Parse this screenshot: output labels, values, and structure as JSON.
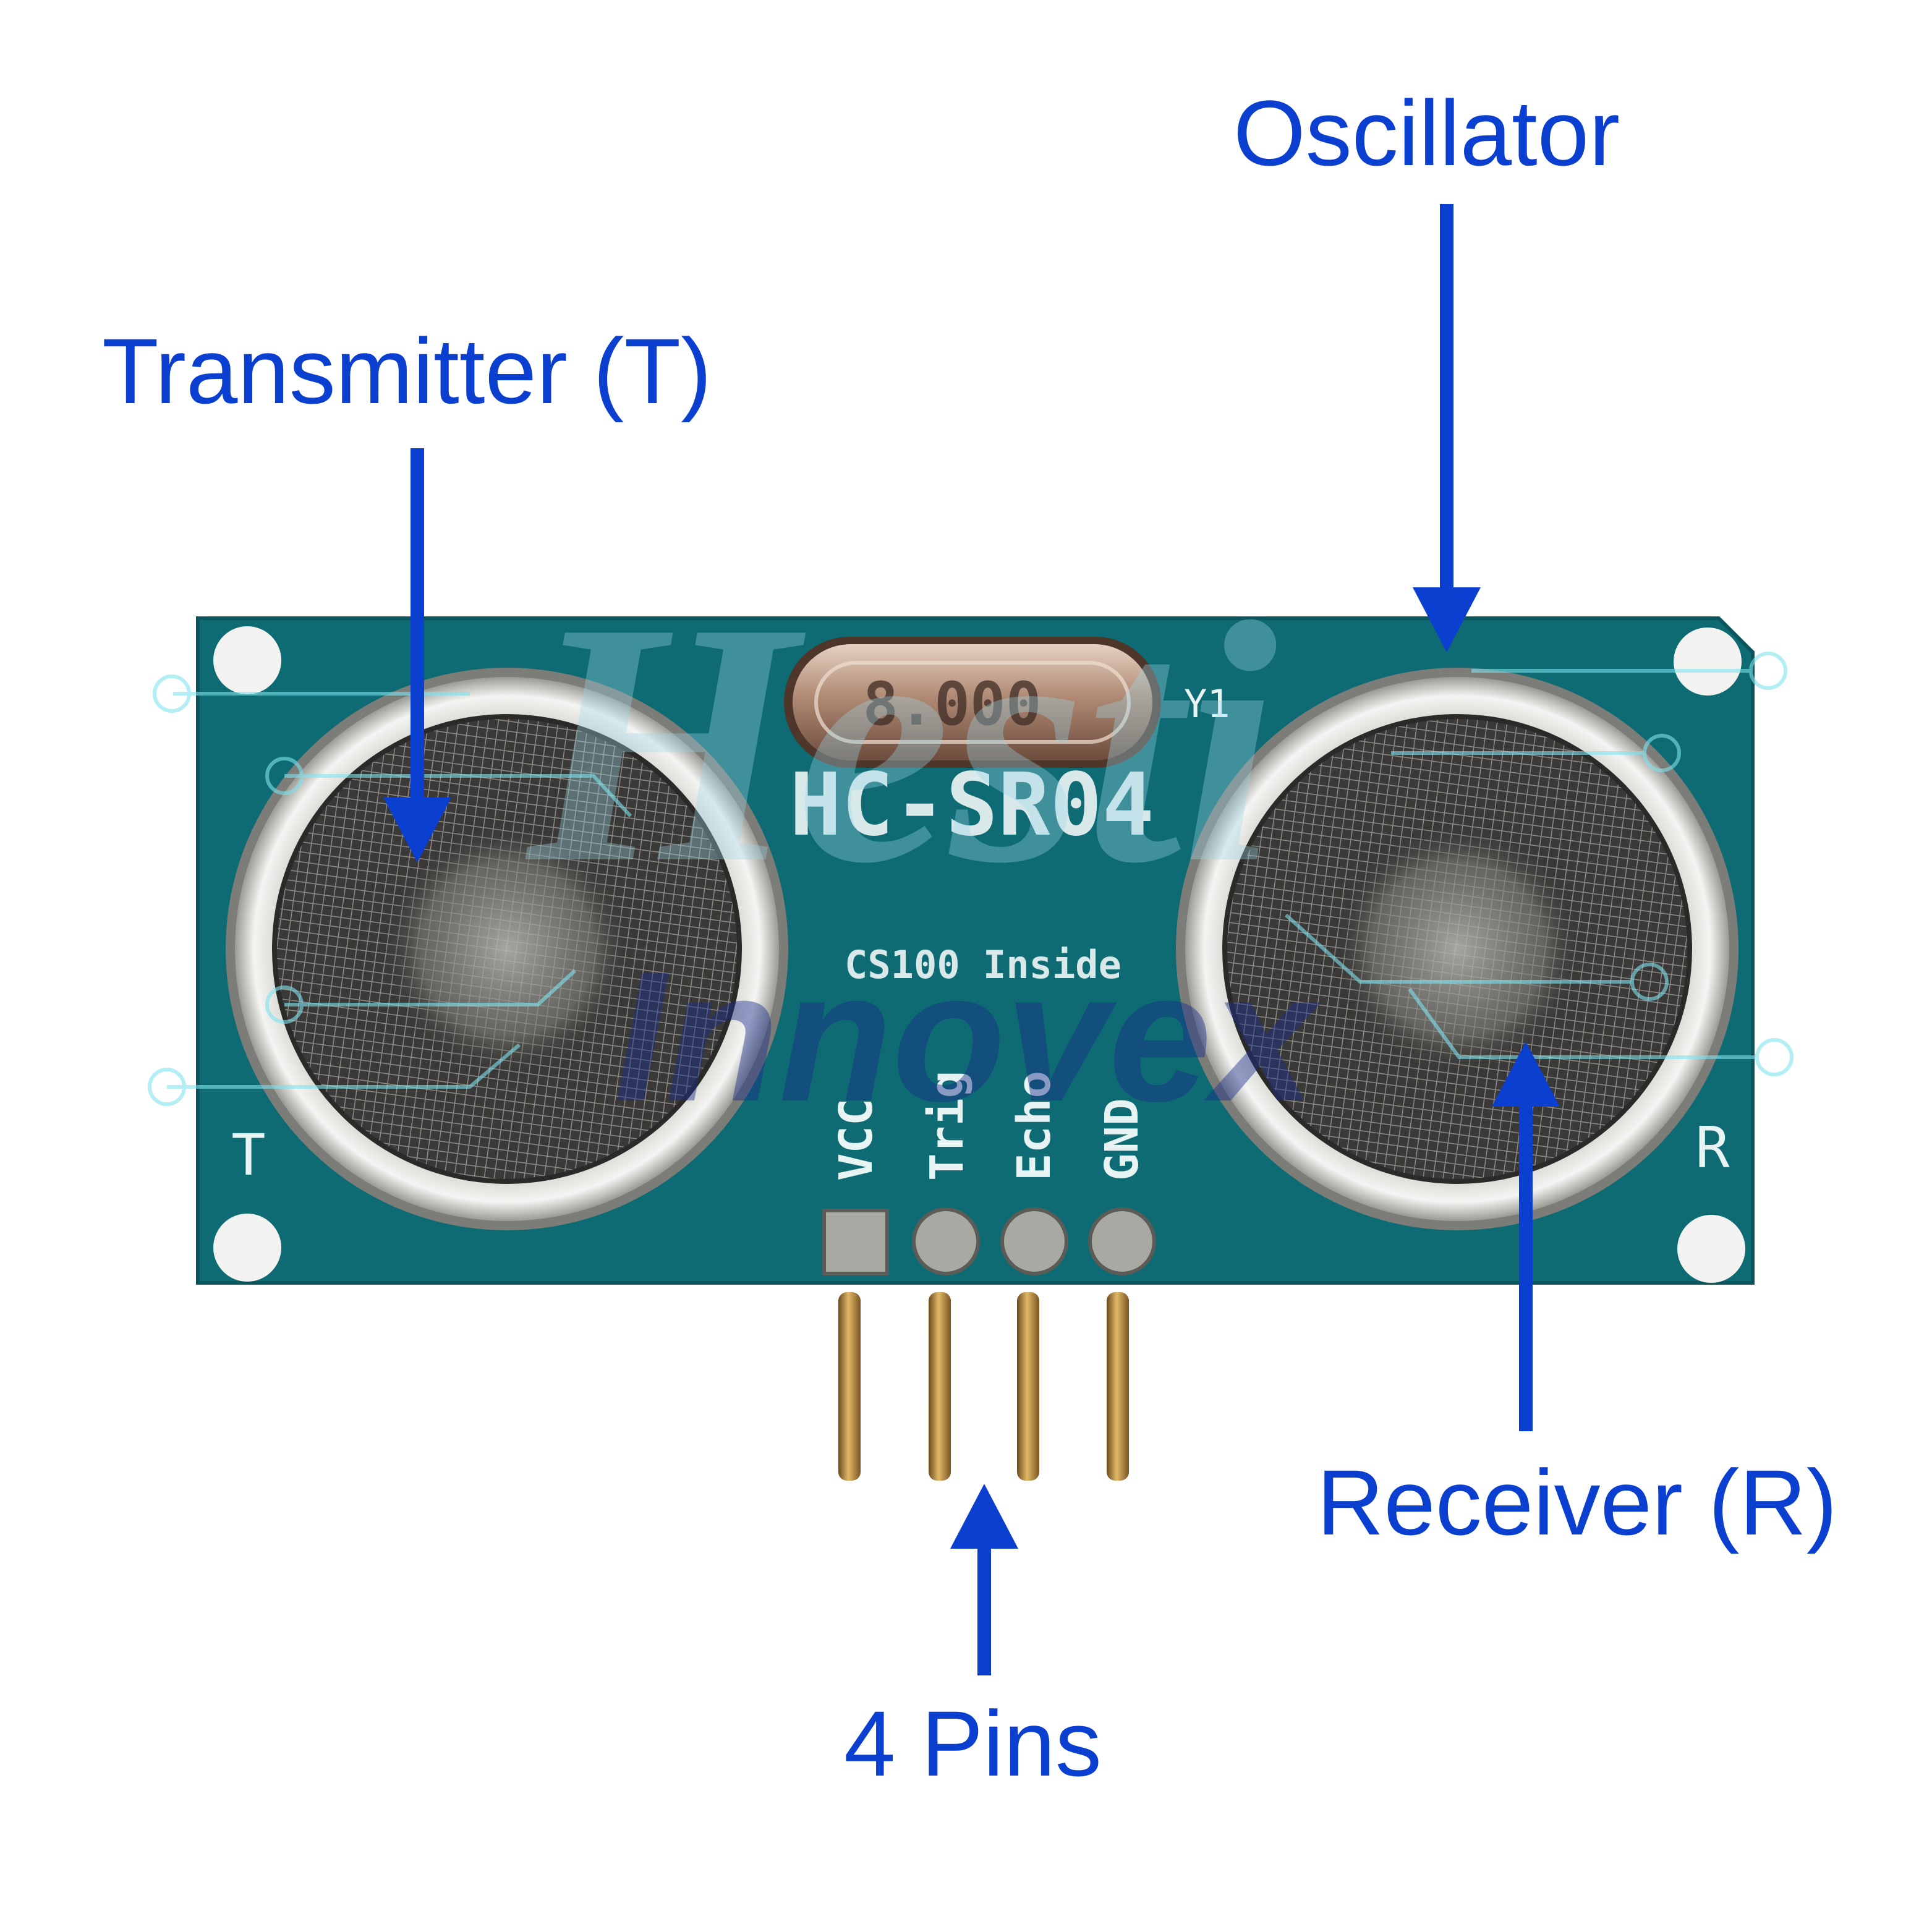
{
  "callouts": {
    "transmitter": "Transmitter (T)",
    "oscillator": "Oscillator",
    "receiver": "Receiver (R)",
    "pins": "4 Pins"
  },
  "board": {
    "model": "HC-SR04",
    "chip": "CS100 Inside",
    "crystal": "8.000",
    "crystal_ref": "Y1",
    "left_marker": "T",
    "right_marker": "R",
    "pin_labels": [
      "VCC",
      "Trig",
      "Echo",
      "GND"
    ]
  },
  "watermark": {
    "line1": "Hesti",
    "line2": "Innovex"
  },
  "colors": {
    "label_blue": "#0b3fcf",
    "pcb_teal": "#0e6b73",
    "pin_gold": "#b68a3c",
    "watermark_cyan": "#7fe3ee"
  }
}
